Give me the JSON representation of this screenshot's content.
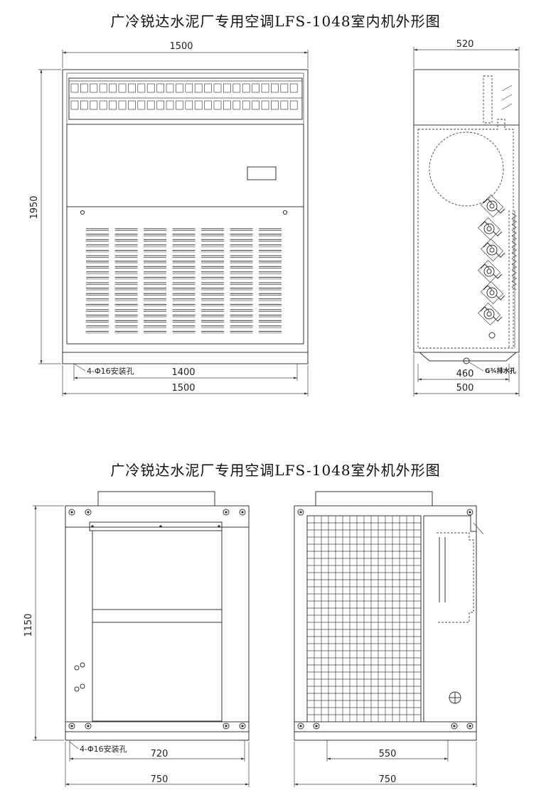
{
  "indoor": {
    "title": "广冷锐达水泥厂专用空调LFS-1048室内机外形图",
    "front": {
      "width_label": "1500",
      "height_label": "1950",
      "mount_label": "4-Φ16安装孔",
      "mount_span_label": "1400",
      "base_width_label": "1500"
    },
    "side": {
      "depth_label": "520",
      "inner_label": "460",
      "base_label": "500",
      "drain_label": "G¾排水孔"
    }
  },
  "outdoor": {
    "title": "广冷锐达水泥厂专用空调LFS-1048室外机外形图",
    "front": {
      "height_label": "1150",
      "mount_label": "4-Φ16安装孔",
      "mount_span_label": "720",
      "width_label": "750"
    },
    "back": {
      "mount_span_label": "550",
      "width_label": "750"
    }
  }
}
